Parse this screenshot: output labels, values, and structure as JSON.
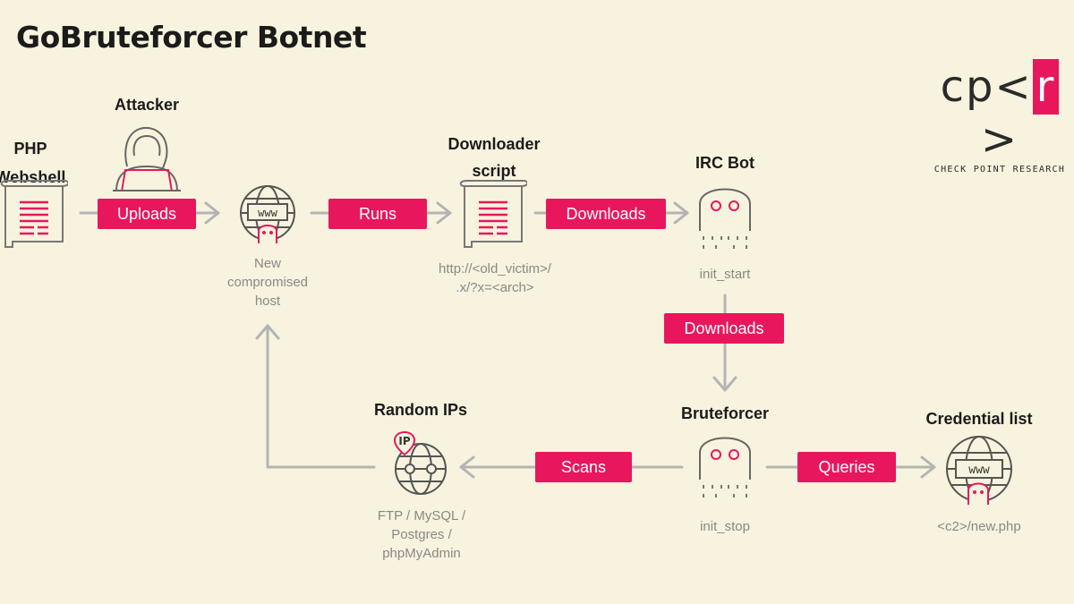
{
  "title": "GoBruteforcer Botnet",
  "logo": {
    "prefix": "cp<",
    "r": "r",
    "suffix": ">",
    "tagline": "CHECK POINT RESEARCH"
  },
  "colors": {
    "accent": "#e8175d",
    "background": "#f8f3de",
    "connector": "#b4b4b4"
  },
  "nodes": {
    "webshell": {
      "label_line1": "PHP",
      "label_line2": "Webshell",
      "icon": "document-icon"
    },
    "attacker": {
      "label": "Attacker",
      "icon": "hacker-icon"
    },
    "new_host": {
      "sub_line1": "New",
      "sub_line2": "compromised",
      "sub_line3": "host",
      "icon": "globe-www-icon"
    },
    "downloader": {
      "label_line1": "Downloader",
      "label_line2": "script",
      "sub_line1": "http://<old_victim>/",
      "sub_line2": ".x/?x=<arch>",
      "icon": "document-icon"
    },
    "irc_bot": {
      "label": "IRC Bot",
      "sub": "init_start",
      "icon": "ghost-icon"
    },
    "bruteforcer": {
      "label": "Bruteforcer",
      "sub": "init_stop",
      "icon": "ghost-icon"
    },
    "random_ips": {
      "label": "Random IPs",
      "sub_line1": "FTP / MySQL /",
      "sub_line2": "Postgres /",
      "sub_line3": "phpMyAdmin",
      "badge": "IP",
      "icon": "globe-ip-icon"
    },
    "credential_list": {
      "label": "Credential list",
      "sub": "<c2>/new.php",
      "icon": "globe-www-icon"
    }
  },
  "edges": {
    "uploads": "Uploads",
    "runs": "Runs",
    "downloads_1": "Downloads",
    "downloads_2": "Downloads",
    "scans": "Scans",
    "queries": "Queries"
  },
  "www_text": "www"
}
